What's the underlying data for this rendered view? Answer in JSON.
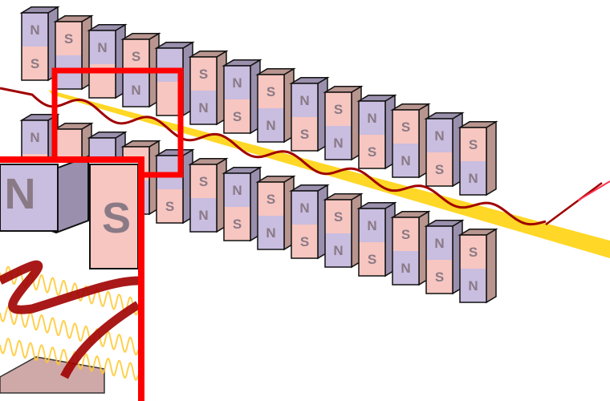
{
  "diagram": {
    "title": "Undulator magnet arrays",
    "magnet_count_per_row": 14,
    "pole_labels": {
      "north": "N",
      "south": "S"
    },
    "inset_labels": {
      "north": "N",
      "south": "S"
    },
    "colors": {
      "north": "#c9bde0",
      "north_side": "#9a90ad",
      "south": "#f7c6c0",
      "south_side": "#b8958f",
      "beam": "#ffd000",
      "beam_far": "#ffb000",
      "electron": "#a00000",
      "highlight": "#ff0000",
      "photon": "#ffc830"
    }
  }
}
